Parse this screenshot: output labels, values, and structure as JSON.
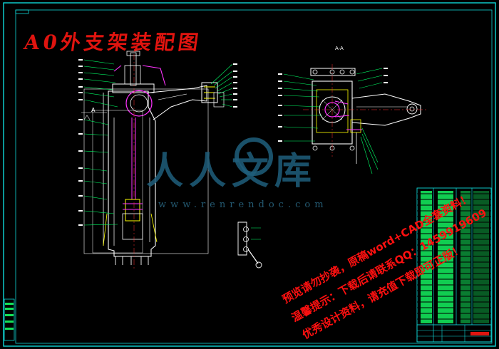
{
  "drawing": {
    "title": "A0外支架装配图",
    "section_label": "A-A",
    "view_marker": "A"
  },
  "watermark": {
    "logo_text": "人人文库",
    "url": "www.renrendoc.com",
    "line1": "预览请勿抄袭，原稿word+CAD全套资料！",
    "line2": "温馨提示：下载后请联系QQ：1459919609",
    "line3": "优秀设计资料，请充值下载即可正版！"
  },
  "colors": {
    "background": "#000000",
    "frame": "#0fd7d7",
    "outline": "#ffffff",
    "leader": "#00ff66",
    "accent_red": "#e0140f",
    "accent_magenta": "#ff33ff",
    "table_fill": "#13e35a"
  }
}
